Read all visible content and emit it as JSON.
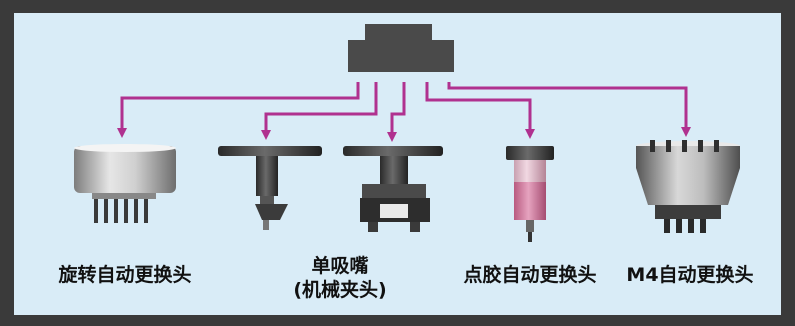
{
  "items": [
    {
      "id": "rotary",
      "label": "旋转自动更换头"
    },
    {
      "id": "single",
      "label": "单吸嘴",
      "sublabel": "(机械夹头)"
    },
    {
      "id": "glue",
      "label": "点胶自动更换头"
    },
    {
      "id": "m4",
      "label": "M4自动更换头"
    }
  ],
  "colors": {
    "arrow": "#b0318f",
    "panel": "#d9ecf7",
    "frame": "#3a3a3a",
    "dark_part": "#4a4a4a"
  }
}
